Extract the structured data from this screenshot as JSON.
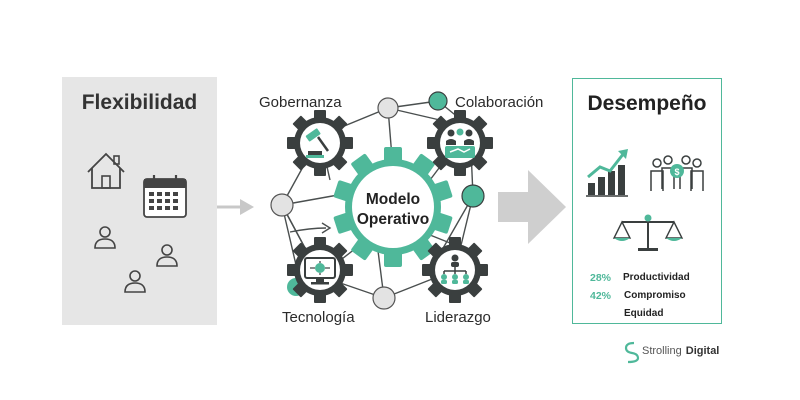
{
  "left_panel": {
    "title": "Flexibilidad",
    "icons": [
      "house-icon",
      "calendar-icon",
      "user-icon",
      "user-icon",
      "user-icon"
    ]
  },
  "hub": {
    "core_line1": "Modelo",
    "core_line2": "Operativo",
    "nodes": [
      {
        "label": "Gobernanza",
        "icon": "gavel-icon"
      },
      {
        "label": "Colaboración",
        "icon": "handshake-icon"
      },
      {
        "label": "Tecnología",
        "icon": "monitor-icon"
      },
      {
        "label": "Liderazgo",
        "icon": "org-chart-icon"
      }
    ]
  },
  "right_panel": {
    "title": "Desempeño",
    "icons": [
      "growth-chart-icon",
      "team-money-icon",
      "balance-scale-icon"
    ],
    "stats": [
      {
        "pct": "28%",
        "label": "Productividad"
      },
      {
        "pct": "42%",
        "label": "Compromiso"
      },
      {
        "pct": "",
        "label": "Equidad"
      }
    ]
  },
  "brand": {
    "name_light": "Strolling",
    "name_bold": "Digital"
  },
  "colors": {
    "accent": "#4fb89a",
    "dark": "#3a3f3f",
    "panel_gray": "#e6e6e6",
    "arrow_gray": "#cfcfcf"
  }
}
